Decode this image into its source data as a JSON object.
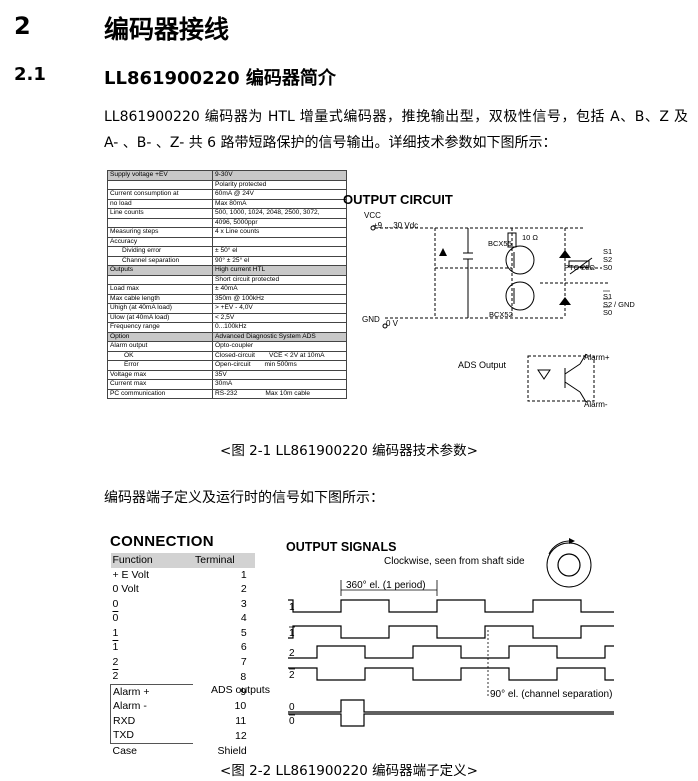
{
  "heading": {
    "number": "2",
    "title": "编码器接线"
  },
  "section": {
    "number": "2.1",
    "title": "LL861900220 编码器简介"
  },
  "intro_paragraph": "LL861900220 编码器为 HTL 增量式编码器，推挽输出型，双极性信号，包括 A、B、Z 及 A- 、B- 、Z- 共 6 路带短路保护的信号输出。详细技术参数如下图所示：",
  "spec_table": [
    {
      "k": "Supply voltage +EV",
      "v": "9-30V",
      "hl": true
    },
    {
      "k": "",
      "v": "Polarity protected"
    },
    {
      "k": "Current consumption at",
      "v": "60mA @ 24V"
    },
    {
      "k": "no load",
      "v": "Max 80mA"
    },
    {
      "k": "Line counts",
      "v": "500, 1000, 1024, 2048, 2500, 3072,"
    },
    {
      "k": "",
      "v": "4096, 5000ppr"
    },
    {
      "k": "Measuring steps",
      "v": "4 x Line counts"
    },
    {
      "k": "Accuracy",
      "v": ""
    },
    {
      "k": "Dividing error",
      "v": "± 50° el",
      "ind": 1
    },
    {
      "k": "Channel separation",
      "v": "90° ± 25° el",
      "ind": 1
    },
    {
      "k": "Outputs",
      "v": "High current HTL",
      "hl": true
    },
    {
      "k": "",
      "v": "Short circuit protected"
    },
    {
      "k": "Load max",
      "v": "± 40mA"
    },
    {
      "k": "Max cable length",
      "v": "350m @ 100kHz"
    },
    {
      "k": "Uhigh (at 40mA load)",
      "v": "> +EV - 4,0V"
    },
    {
      "k": "Ulow (at 40mA load)",
      "v": "< 2,5V"
    },
    {
      "k": "Frequency range",
      "v": "0...100kHz"
    },
    {
      "k": "Option",
      "v": "Advanced Diagnostic System ADS",
      "hl": true
    },
    {
      "k": "Alarm output",
      "v": "Opto-coupler"
    },
    {
      "k": "OK",
      "v": "Closed-circuit",
      "v2": "VCE < 2V at 10mA",
      "ind": 2
    },
    {
      "k": "Error",
      "v": "Open-circuit",
      "v2": "min 500ms",
      "ind": 2
    },
    {
      "k": "Voltage max",
      "v": "35V"
    },
    {
      "k": "Current max",
      "v": "30mA"
    },
    {
      "k": "PC communication",
      "v": "RS-232",
      "v2": "Max 10m cable"
    }
  ],
  "output_circuit": {
    "title": "OUTPUT CIRCUIT",
    "vcc": "VCC",
    "vcc_range": "+9 ... 30 Vdc",
    "resistor": "10 Ω",
    "transistor_top": "BCX55",
    "transistor_bottom": "BCX52",
    "ptc": "PTC 25Ω",
    "outputs": [
      "S1",
      "S2",
      "S0"
    ],
    "outputs_inv": [
      "S1",
      "S2",
      "S0"
    ],
    "gnd_label": "/ GND",
    "gnd": "GND",
    "zero_v": "0 V",
    "ads_output": "ADS Output",
    "alarm_plus": "Alarm+",
    "alarm_minus": "Alarm-"
  },
  "figure1_caption": "<图 2-1 LL861900220 编码器技术参数>",
  "terminal_lead": "编码器端子定义及运行时的信号如下图所示：",
  "connection": {
    "title": "CONNECTION",
    "col_function": "Function",
    "col_terminal": "Terminal",
    "rows": [
      {
        "fn": "+ E Volt",
        "t": "1"
      },
      {
        "fn": "0 Volt",
        "t": "2"
      },
      {
        "fn": "0",
        "t": "3"
      },
      {
        "fn": "0",
        "t": "4",
        "ov": true
      },
      {
        "fn": "1",
        "t": "5"
      },
      {
        "fn": "1",
        "t": "6",
        "ov": true
      },
      {
        "fn": "2",
        "t": "7"
      },
      {
        "fn": "2",
        "t": "8",
        "ov": true
      },
      {
        "fn": "Alarm +",
        "t": "9"
      },
      {
        "fn": "Alarm -",
        "t": "10"
      },
      {
        "fn": "RXD",
        "t": "11"
      },
      {
        "fn": "TXD",
        "t": "12"
      },
      {
        "fn": "Case",
        "t": "Shield"
      }
    ],
    "ads_label": "ADS outputs"
  },
  "output_signals": {
    "title": "OUTPUT SIGNALS",
    "subtitle": "Clockwise, seen from shaft side",
    "period_label": "360° el. (1 period)",
    "separation_label": "90° el. (channel separation)",
    "channels": [
      "1",
      "1",
      "2",
      "2",
      "0",
      "0"
    ]
  },
  "figure2_caption": "<图 2-2 LL861900220 编码器端子定义>"
}
